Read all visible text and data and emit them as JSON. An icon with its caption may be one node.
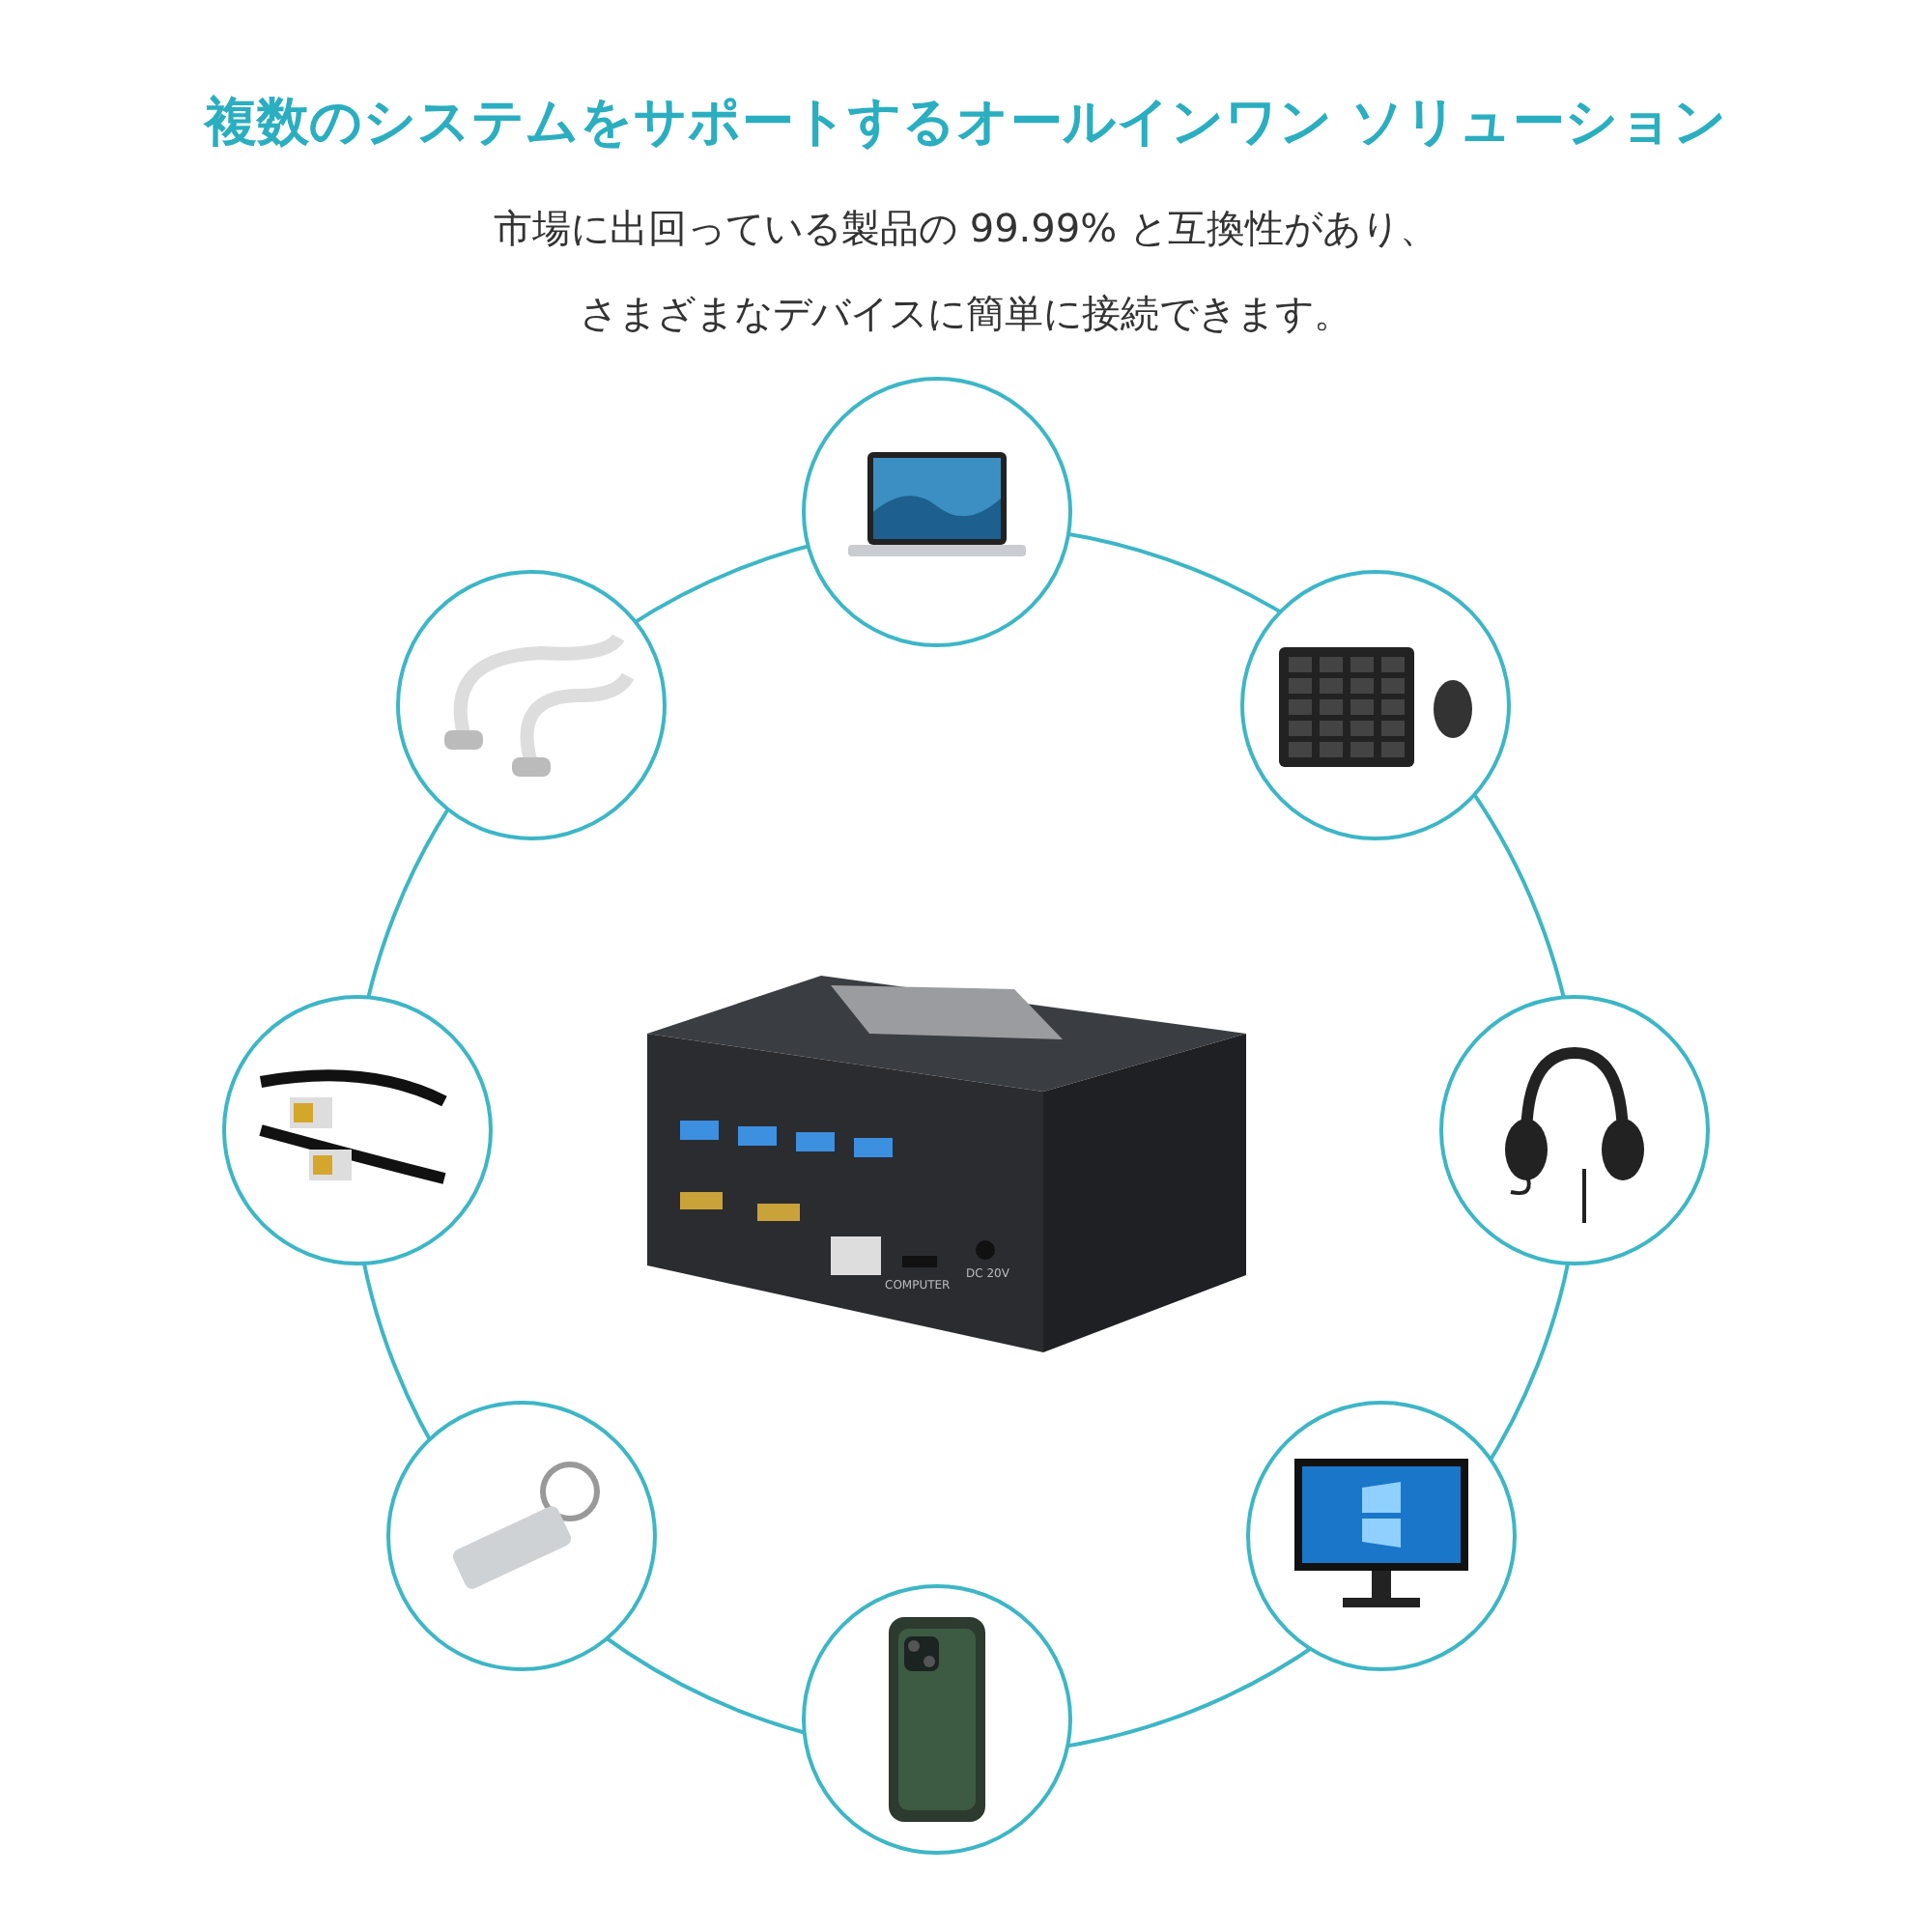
{
  "diagram": {
    "title": "複数のシステムをサポートするオールインワン ソリューション",
    "nodes": [
      {
        "text": [],
        "shape": "picture"
      },
      {
        "text": [],
        "shape": "picture"
      },
      {
        "text": [],
        "shape": "picture"
      },
      {
        "text": [],
        "shape": "picture"
      },
      {
        "text": [],
        "shape": "picture"
      },
      {
        "text": [],
        "shape": "picture"
      },
      {
        "text": [],
        "shape": "picture"
      },
      {
        "text": [],
        "shape": "picture"
      },
      {
        "text": [],
        "shape": "picture"
      }
    ],
    "labels": [
      "市場に出回っている製品の 99.99% と互換性があり、さまざまなデバイスに簡単に接続できます。",
      "COMPUTER",
      "DC 20V"
    ]
  }
}
